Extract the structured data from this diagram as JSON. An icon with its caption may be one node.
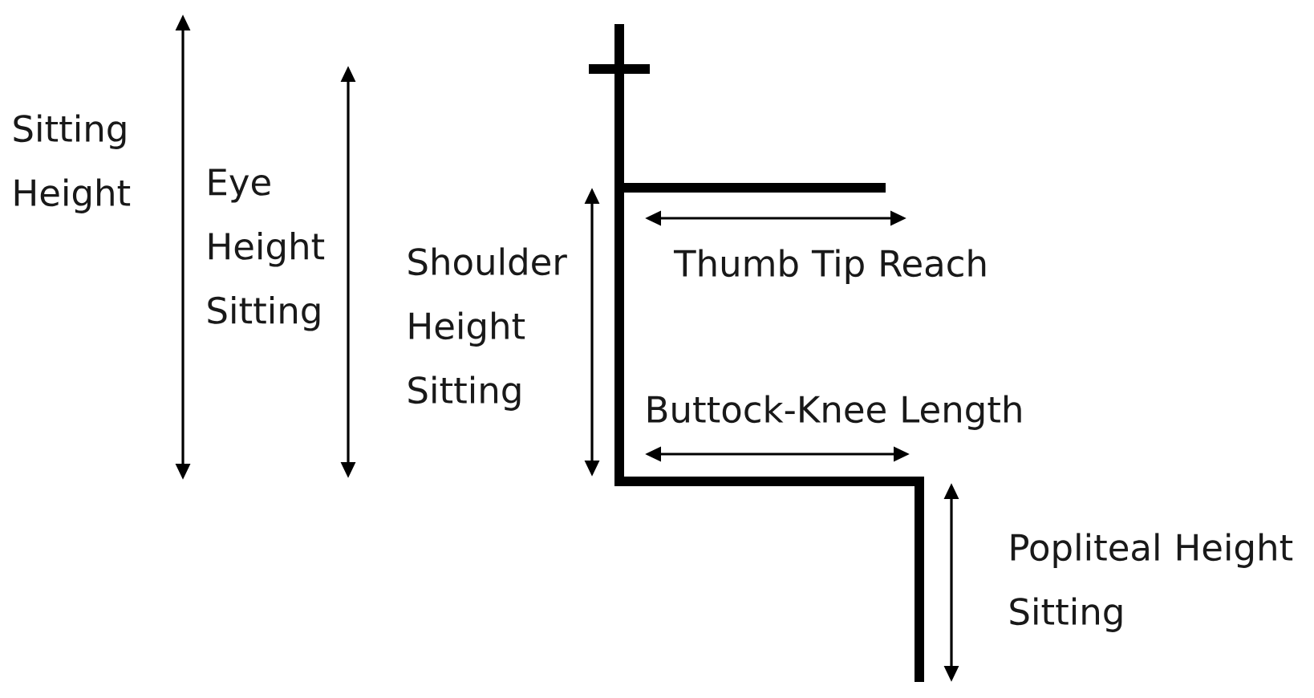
{
  "diagram": {
    "labels": [
      "Sitting Height",
      "Eye Height Sitting",
      "Shoulder Height Sitting",
      "Thumb Tip Reach",
      "Buttock-Knee Length",
      "Popliteal Height Sitting"
    ]
  }
}
